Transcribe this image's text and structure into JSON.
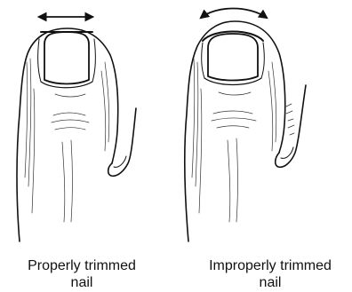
{
  "colors": {
    "ink": "#111111",
    "background": "#ffffff"
  },
  "figures": [
    {
      "name": "properly-trimmed-toe",
      "caption_line1": "Properly trimmed",
      "caption_line2": "nail",
      "nail_edge": "straight",
      "arrow_icon": "double-headed-straight-arrow-icon"
    },
    {
      "name": "improperly-trimmed-toe",
      "caption_line1": "Improperly trimmed",
      "caption_line2": "nail",
      "nail_edge": "curved",
      "arrow_icon": "double-headed-curved-arrow-icon"
    }
  ]
}
